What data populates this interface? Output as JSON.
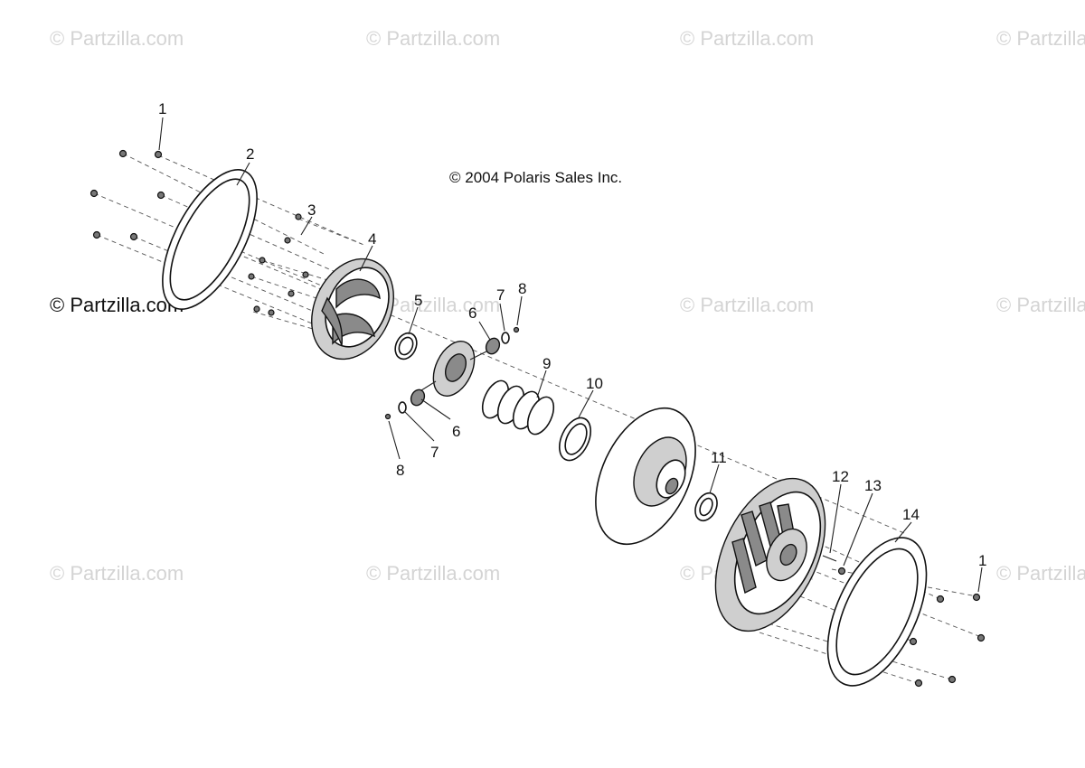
{
  "watermarks": [
    {
      "text": "© Partzilla.com"
    },
    {
      "text": "© Partzilla.com"
    },
    {
      "text": "© Partzilla.com"
    },
    {
      "text": "© Partzilla.com"
    },
    {
      "text": "© Partzilla.com"
    },
    {
      "text": "© Partzilla.com"
    },
    {
      "text": "© Partzilla.com"
    },
    {
      "text": "© Partzilla.com"
    },
    {
      "text": "© Partzilla.com"
    },
    {
      "text": "© Partzilla.com"
    },
    {
      "text": "© Partzilla.com"
    },
    {
      "text": "© Partzilla.com"
    },
    {
      "text": "© Partzilla.com"
    }
  ],
  "copyright": "© 2004 Polaris Sales Inc.",
  "callouts": {
    "c1a": "1",
    "c2": "2",
    "c3": "3",
    "c4": "4",
    "c5": "5",
    "c6a": "6",
    "c7a": "7",
    "c8a": "8",
    "c6b": "6",
    "c7b": "7",
    "c8b": "8",
    "c9": "9",
    "c10": "10",
    "c11": "11",
    "c12": "12",
    "c13": "13",
    "c14": "14",
    "c1b": "1"
  }
}
